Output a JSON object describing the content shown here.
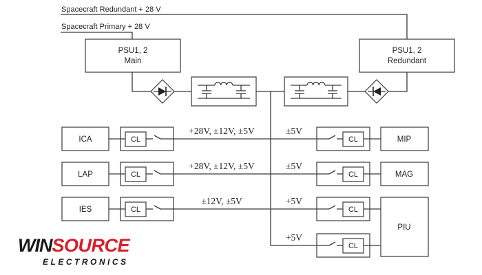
{
  "rails": {
    "redundant": "Spacecraft Redundant + 28 V",
    "primary": "Spacecraft Primary + 28 V"
  },
  "psu_main": {
    "line1": "PSU1, 2",
    "line2": "Main"
  },
  "psu_redundant": {
    "line1": "PSU1, 2",
    "line2": "Redundant"
  },
  "cl_label": "CL",
  "left_loads": [
    {
      "name": "ICA",
      "voltage": "+28V, ±12V, ±5V"
    },
    {
      "name": "LAP",
      "voltage": "+28V, ±12V, ±5V"
    },
    {
      "name": "IES",
      "voltage": "±12V, ±5V"
    }
  ],
  "right_loads": [
    {
      "name": "MIP",
      "voltage": "±5V"
    },
    {
      "name": "MAG",
      "voltage": "±5V"
    },
    {
      "name": "PIU",
      "voltage": "+5V"
    },
    {
      "name": "PIU",
      "voltage": "+5V"
    }
  ],
  "piu_label": "PIU",
  "logo": {
    "brand_a": "WIN",
    "brand_b": "SOURCE",
    "subtitle": "ELECTRONICS",
    "accent": "#d8202a"
  }
}
